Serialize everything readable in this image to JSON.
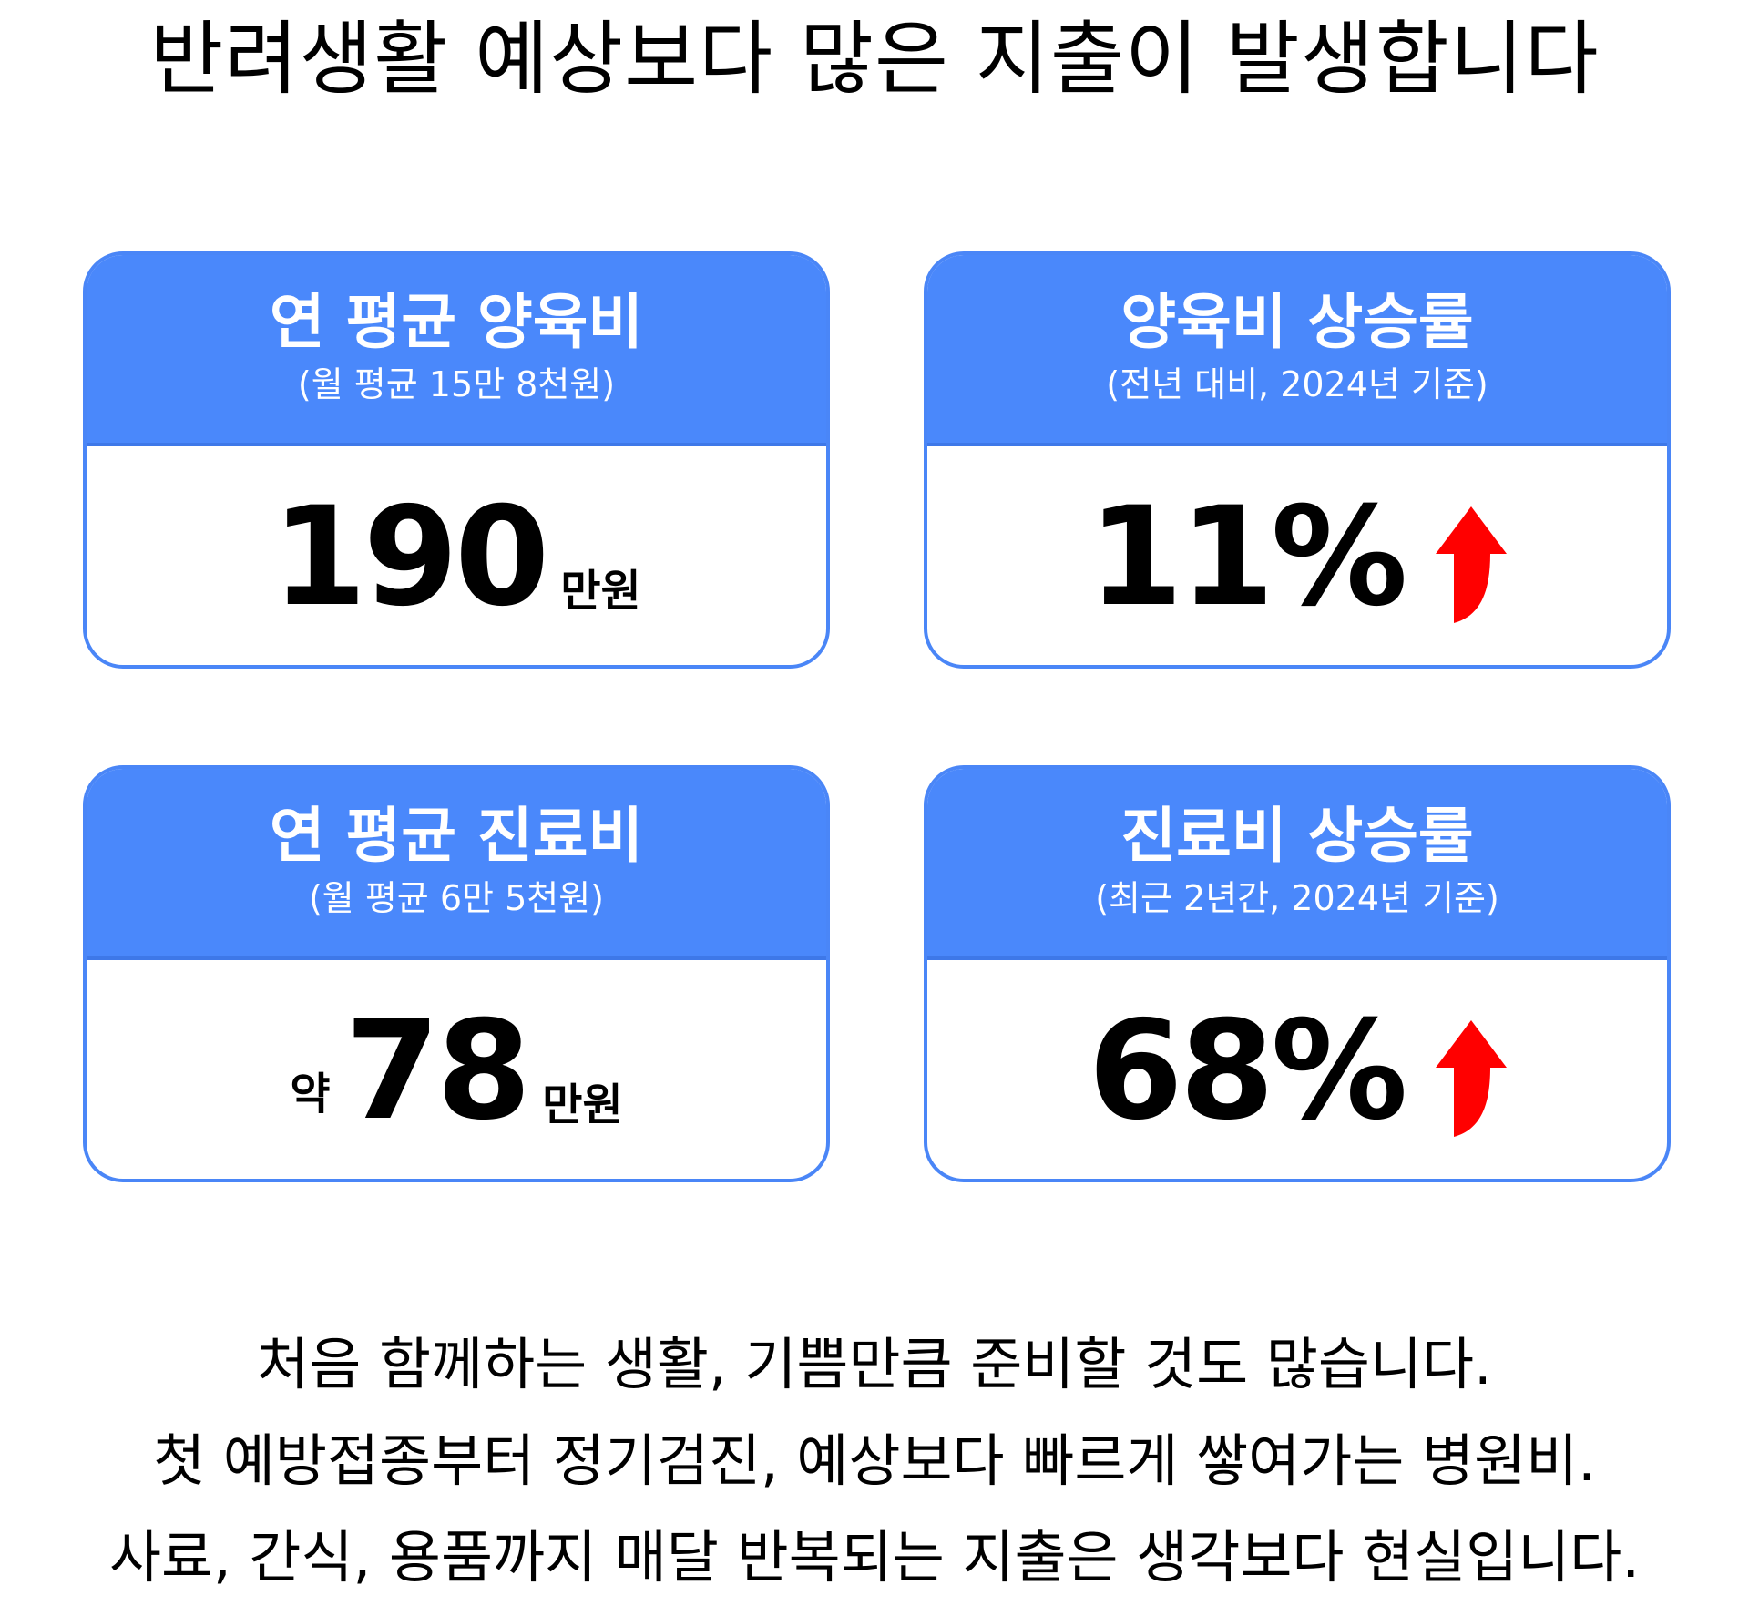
{
  "title": "반려생활 예상보다 많은 지출이 발생합니다",
  "cards": [
    {
      "title": "연 평균 양육비",
      "subtitle": "(월 평균 15만 8천원)",
      "prefix": "",
      "value": "190",
      "unit": "만원"
    },
    {
      "title": "양육비 상승률",
      "subtitle": "(전년 대비, 2024년 기준)",
      "value": "11%",
      "icon": "up-arrow-icon",
      "icon_color": "#ff0000"
    },
    {
      "title": "연 평균 진료비",
      "subtitle": "(월 평균 6만 5천원)",
      "prefix": "약",
      "value": "78",
      "unit": "만원"
    },
    {
      "title": "진료비 상승률",
      "subtitle": "(최근 2년간, 2024년 기준)",
      "value": "68%",
      "icon": "up-arrow-icon",
      "icon_color": "#ff0000"
    }
  ],
  "footer": [
    "처음 함께하는 생활, 기쁨만큼 준비할 것도 많습니다.",
    "첫 예방접종부터 정기검진, 예상보다 빠르게 쌓여가는 병원비.",
    "사료, 간식, 용품까지 매달 반복되는 지출은 생각보다 현실입니다."
  ],
  "colors": {
    "accent": "#4a88fb",
    "border": "#4a86f7",
    "arrow": "#ff0000"
  }
}
